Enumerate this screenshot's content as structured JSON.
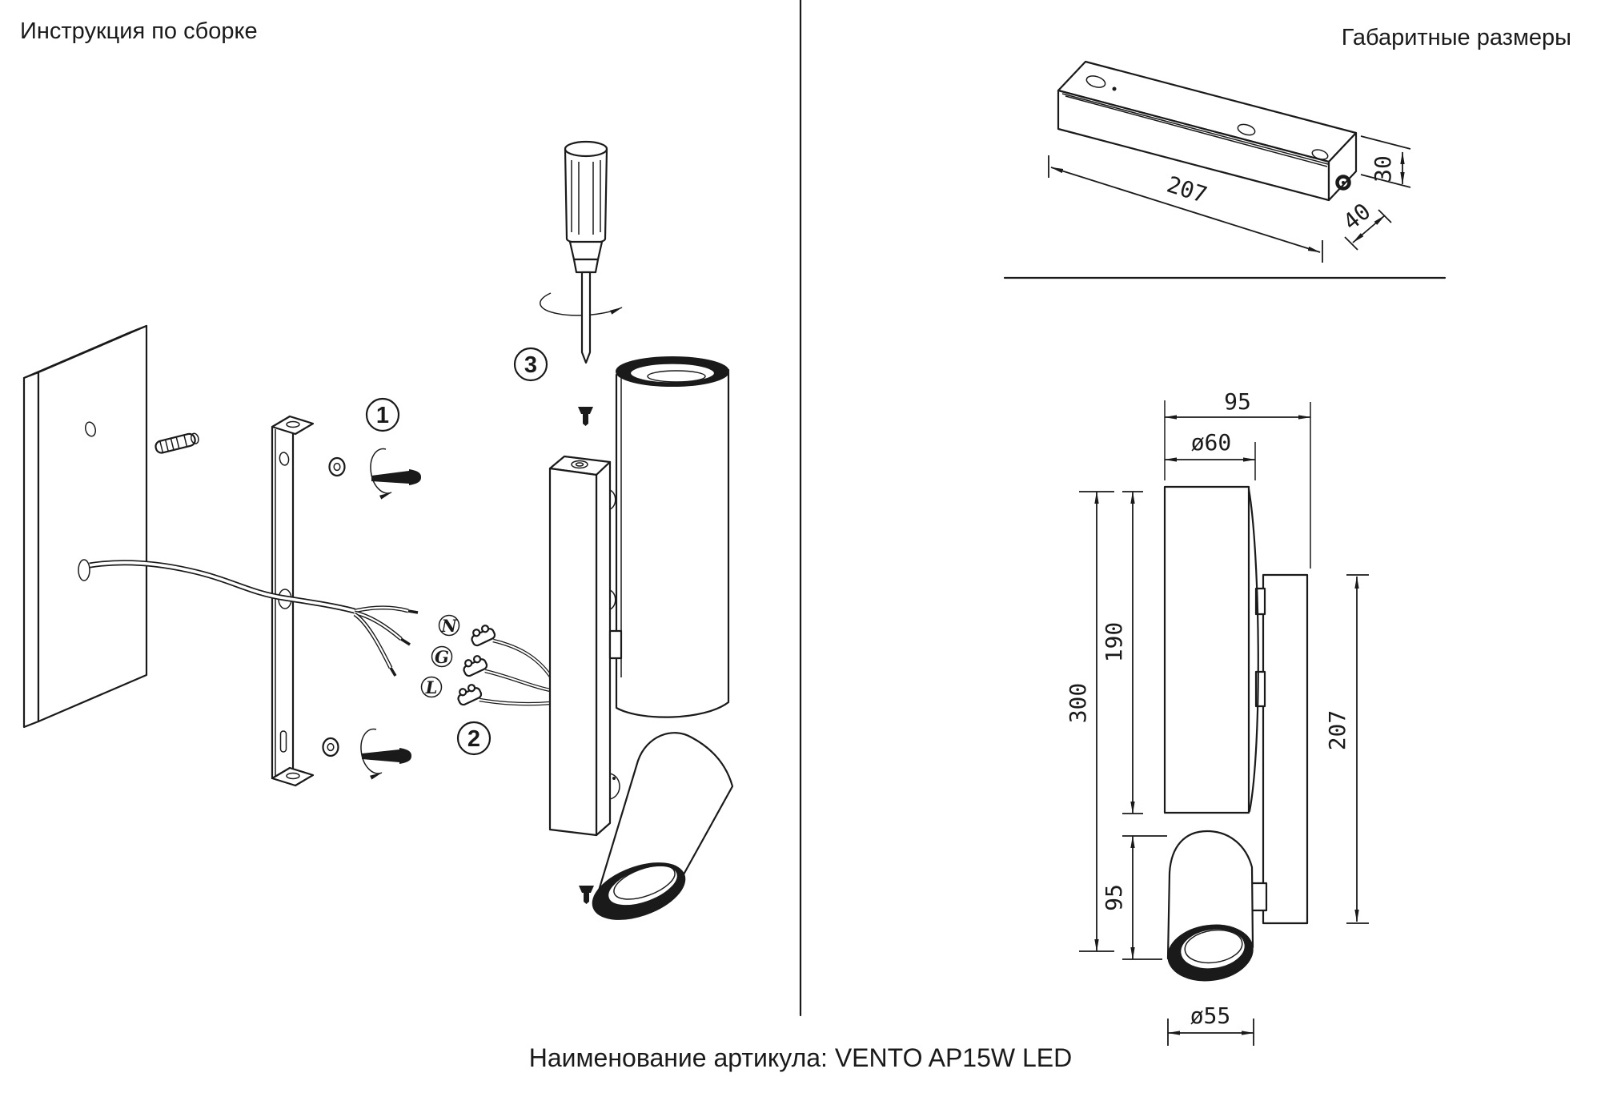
{
  "page": {
    "footer": "Наименование артикула: VENTO AP15W LED",
    "background": "#ffffff",
    "line_color": "#1a1a1a"
  },
  "left_panel": {
    "title": "Инструкция по сборке",
    "steps": {
      "s1": "1",
      "s2": "2",
      "s3": "3"
    },
    "wire_labels": {
      "n": "N",
      "g": "G",
      "l": "L"
    }
  },
  "right_panel": {
    "title": "Габаритные размеры",
    "bar": {
      "length": "207",
      "height": "30",
      "depth": "40"
    },
    "side": {
      "overall_depth": "95",
      "cylinder_diameter": "ø60",
      "cylinder_height": "190",
      "overall_height": "300",
      "spot_section_height": "95",
      "backplate_height": "207",
      "spot_diameter": "ø55"
    }
  }
}
